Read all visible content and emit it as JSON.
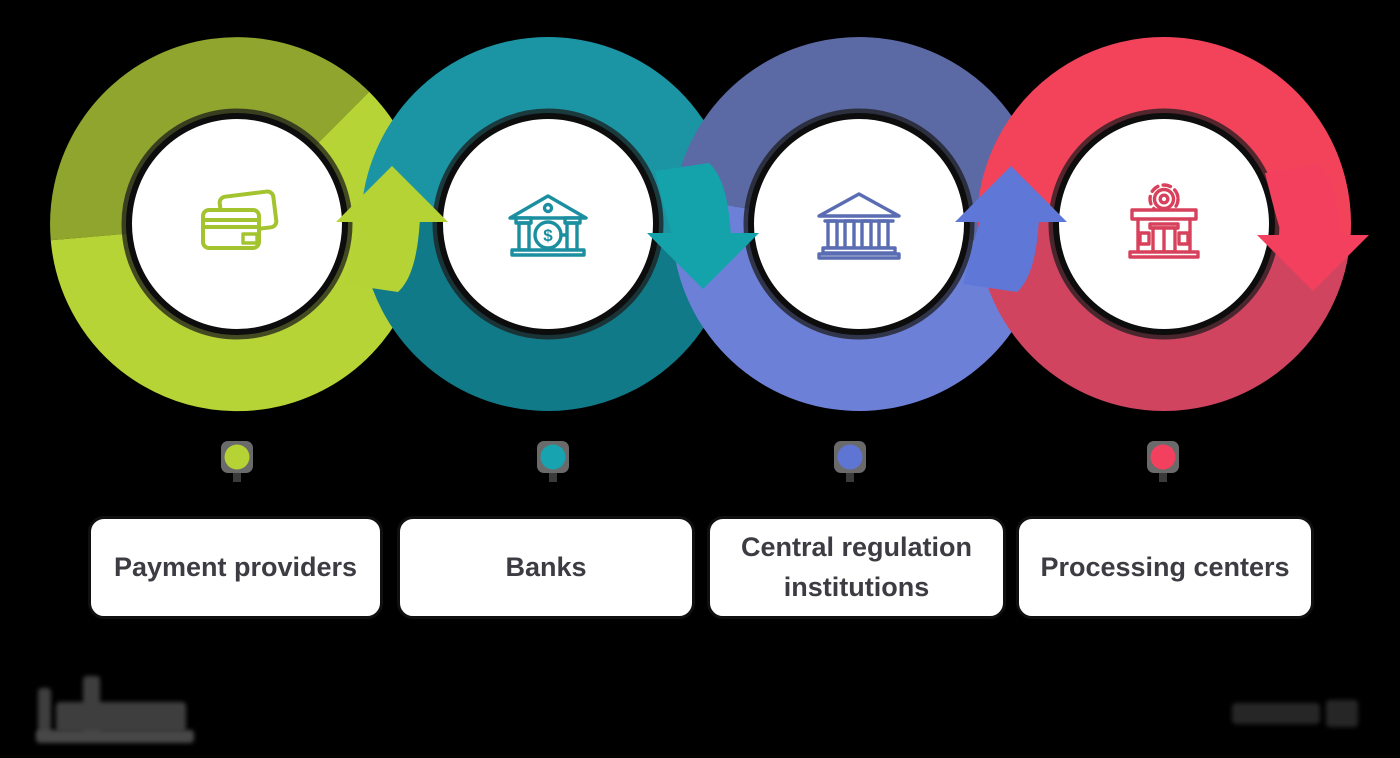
{
  "canvas": {
    "background": "#000000"
  },
  "stages": [
    {
      "label": "Payment providers",
      "icon": "credit-cards-icon",
      "arrow_direction": "up",
      "colors": {
        "arc_top": "#8FA52E",
        "arc_bottom": "#B7D437",
        "icon": "#A3C32F",
        "dot": "#B5D334",
        "arrow": "#B5D335"
      }
    },
    {
      "label": "Banks",
      "icon": "bank-dollar-icon",
      "icon_glyph": "$",
      "arrow_direction": "down",
      "colors": {
        "arc_top": "#1B95A4",
        "arc_bottom": "#117A89",
        "icon": "#1B8FA0",
        "dot": "#18A3B0",
        "arrow": "#14A3AB"
      }
    },
    {
      "label": "Central regulation institutions",
      "icon": "government-building-icon",
      "arrow_direction": "up",
      "colors": {
        "arc_top": "#5B69A4",
        "arc_bottom": "#6D80D8",
        "icon": "#5A6CB2",
        "dot": "#5F75D3",
        "arrow": "#5F78D8"
      }
    },
    {
      "label": "Processing centers",
      "icon": "factory-gear-icon",
      "arrow_direction": "down",
      "colors": {
        "arc_top": "#F2435B",
        "arc_bottom": "#D0445F",
        "icon": "#D8415C",
        "dot": "#F4405F",
        "arrow": "#F4405F"
      }
    }
  ],
  "artifacts": {
    "dot_backdrop": "#7C7C7C",
    "dot_stem": "#3A3A3A",
    "white_circle_border": "#0D0D0D",
    "label_text_color": "#3C3C42",
    "footer_logo": "obscured-company-logo",
    "watermark": "obscured-watermark"
  }
}
